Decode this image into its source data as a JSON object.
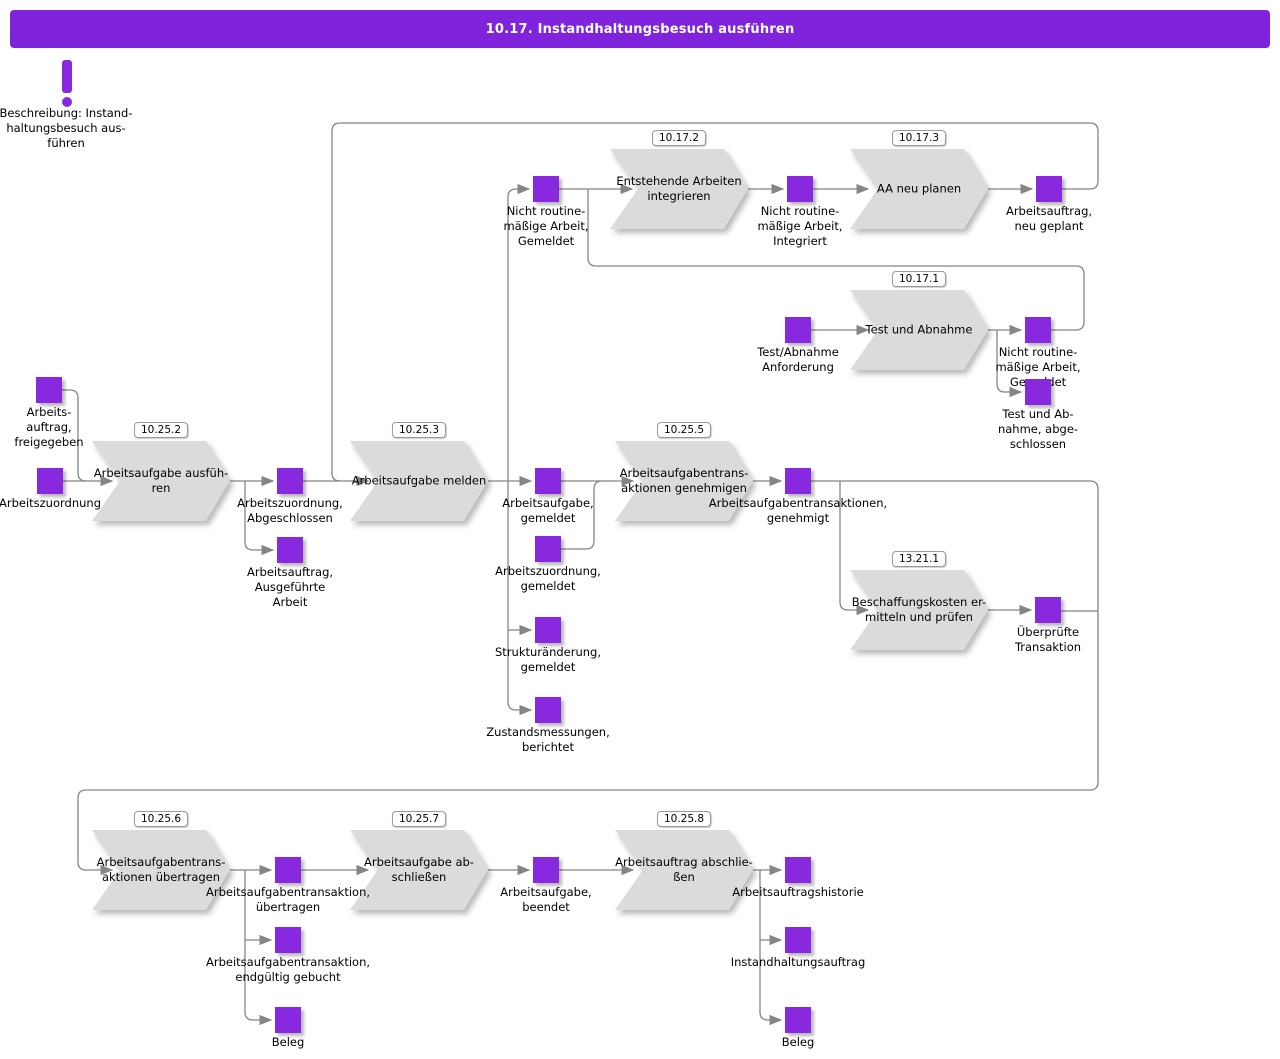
{
  "header": {
    "title": "10.17. Instandhaltungsbesuch ausführen"
  },
  "note": {
    "icon": "exclamation-icon",
    "text": "Beschreibung: Instand-\nhaltungsbesuch aus-\nführen"
  },
  "colors": {
    "header_purple": "#8023dd",
    "event_purple": "#8829e0",
    "chevron_gray": "#dbdbdb",
    "line_gray": "#858585"
  },
  "processes": [
    {
      "badge": "10.25.2",
      "label": "Arbeitsaufgabe ausfüh-\nren"
    },
    {
      "badge": "10.25.3",
      "label": "Arbeitsaufgabe melden"
    },
    {
      "badge": "10.25.5",
      "label": "Arbeitsaufgabentrans-\naktionen genehmigen"
    },
    {
      "badge": "10.17.2",
      "label": "Entstehende Arbeiten\nintegrieren"
    },
    {
      "badge": "10.17.3",
      "label": "AA neu planen"
    },
    {
      "badge": "10.17.1",
      "label": "Test und Abnahme"
    },
    {
      "badge": "13.21.1",
      "label": "Beschaffungskosten er-\nmitteln und prüfen"
    },
    {
      "badge": "10.25.6",
      "label": "Arbeitsaufgabentrans-\naktionen übertragen"
    },
    {
      "badge": "10.25.7",
      "label": "Arbeitsaufgabe ab-\nschließen"
    },
    {
      "badge": "10.25.8",
      "label": "Arbeitsauftrag abschlie-\nßen"
    }
  ],
  "events": [
    {
      "label": "Arbeits-\nauftrag,\nfreigegeben"
    },
    {
      "label": "Arbeitszuordnung"
    },
    {
      "label": "Arbeitszuordnung,\nAbgeschlossen"
    },
    {
      "label": "Arbeitsauftrag,\nAusgeführte\nArbeit"
    },
    {
      "label": "Nicht routine-\nmäßige Arbeit,\nGemeldet"
    },
    {
      "label": "Nicht routine-\nmäßige Arbeit,\nIntegriert"
    },
    {
      "label": "Arbeitsauftrag,\nneu geplant"
    },
    {
      "label": "Test/Abnahme\nAnforderung"
    },
    {
      "label": "Nicht routine-\nmäßige Arbeit,\nGemeldet"
    },
    {
      "label": "Test und Ab-\nnahme, abge-\nschlossen"
    },
    {
      "label": "Arbeitsaufgabe,\ngemeldet"
    },
    {
      "label": "Arbeitszuordnung,\ngemeldet"
    },
    {
      "label": "Strukturänderung,\ngemeldet"
    },
    {
      "label": "Zustandsmessungen,\nberichtet"
    },
    {
      "label": "Arbeitsaufgabentransaktionen,\ngenehmigt"
    },
    {
      "label": "Überprüfte\nTransaktion"
    },
    {
      "label": "Arbeitsaufgabentransaktion,\nübertragen"
    },
    {
      "label": "Arbeitsaufgabentransaktion,\nendgültig gebucht"
    },
    {
      "label": "Beleg"
    },
    {
      "label": "Arbeitsaufgabe,\nbeendet"
    },
    {
      "label": "Arbeitsauftragshistorie"
    },
    {
      "label": "Instandhaltungsauftrag"
    },
    {
      "label": "Beleg"
    }
  ]
}
